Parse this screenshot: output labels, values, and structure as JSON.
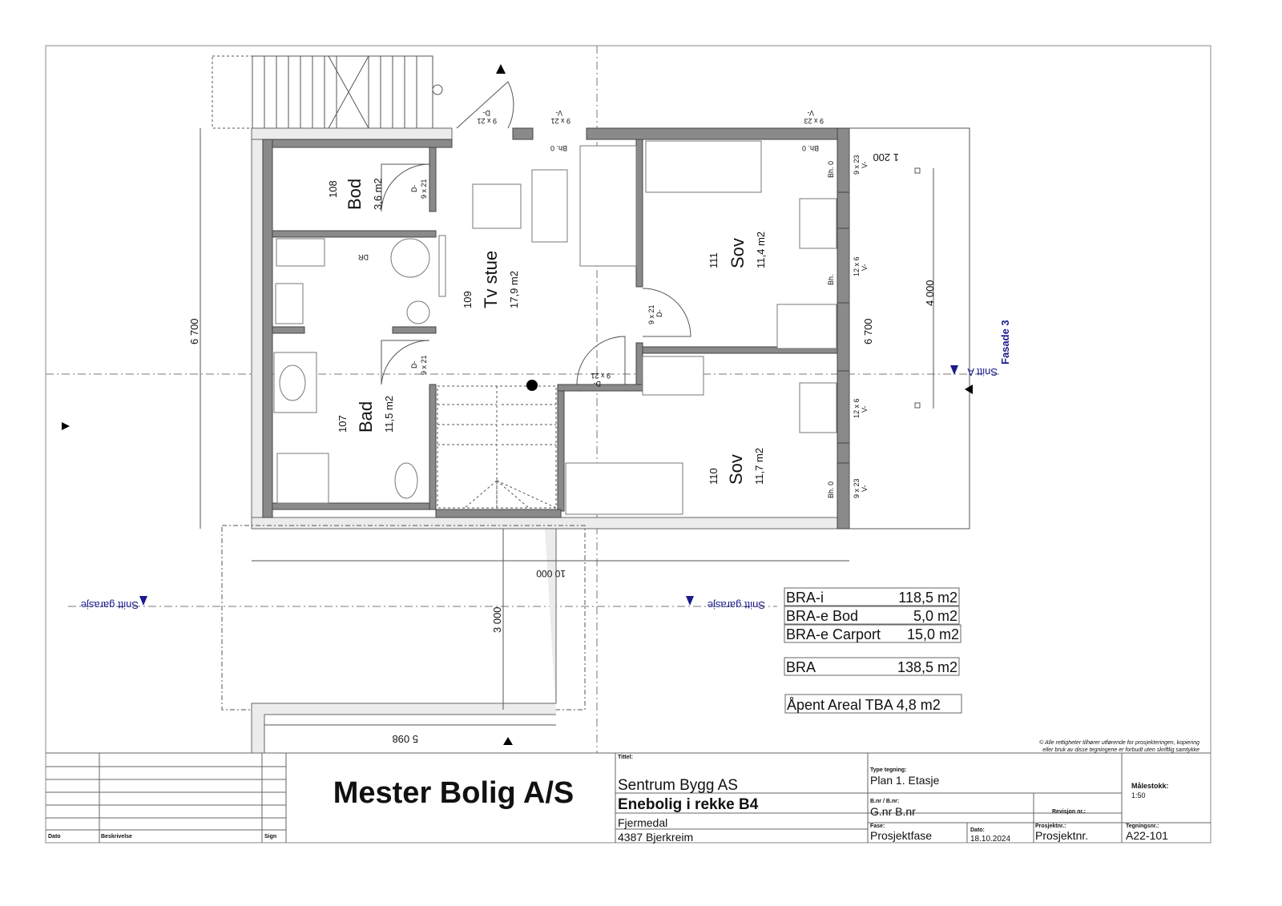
{
  "rooms": [
    {
      "number": "108",
      "name": "Bod",
      "area": "3,6 m2"
    },
    {
      "number": "109",
      "name": "Tv stue",
      "area": "17,9 m2"
    },
    {
      "number": "111",
      "name": "Sov",
      "area": "11,4 m2"
    },
    {
      "number": "107",
      "name": "Bad",
      "area": "11,5 m2"
    },
    {
      "number": "110",
      "name": "Sov",
      "area": "11,7 m2"
    }
  ],
  "tags": {
    "door_top": {
      "type": "D-",
      "size": "9 x 21"
    },
    "window_top1": {
      "type": "V-",
      "size": "9 x 21"
    },
    "window_top2": {
      "type": "V-",
      "size": "9 x 23"
    },
    "door_bod": {
      "type": "D-",
      "size": "9 x 21"
    },
    "door_bad": {
      "type": "D-",
      "size": "9 x 21"
    },
    "door_sov111": {
      "type": "D-",
      "size": "9 x 21"
    },
    "door_hall": {
      "type": "D-",
      "size": "9 x 21"
    },
    "win_r1": {
      "type": "V-",
      "size": "9 x 23"
    },
    "win_r2": {
      "type": "V-",
      "size": "12 x 6"
    },
    "win_r3": {
      "type": "V-",
      "size": "12 x 6"
    },
    "win_r4": {
      "type": "V-",
      "size": "9 x 23"
    },
    "dr": "DR",
    "bh": "Bh. 0",
    "bh_short": "Bh."
  },
  "dimensions": {
    "left_height": "6 700",
    "right_height": "6 700",
    "inner_height": "4 000",
    "offset": "1 200",
    "width": "10 000",
    "carport_depth": "3 000",
    "carport_width": "5 098"
  },
  "annotations": {
    "section_garage": "Snitt garasje",
    "section_a": "Snitt A",
    "facade": "Fasade 3"
  },
  "areas": [
    {
      "label": "BRA-i",
      "value": "118,5 m2"
    },
    {
      "label": "BRA-e Bod",
      "value": "5,0 m2"
    },
    {
      "label": "BRA-e Carport",
      "value": "15,0 m2"
    },
    {
      "label": "BRA",
      "value": "138,5 m2"
    },
    {
      "label": "Åpent Areal TBA 4,8 m2",
      "value": ""
    }
  ],
  "copyright": [
    "© Alle rettigheter tilhører utførende for prosjekteringen, kopiering",
    "eller bruk av disse tegningene er forbudt uten skriftlig samtykke"
  ],
  "title_block": {
    "revision_headers": {
      "date": "Dato",
      "description": "Beskrivelse",
      "sign": "Sign"
    },
    "company": "Mester Bolig A/S",
    "title_label": "Tittel:",
    "client": "Sentrum Bygg AS",
    "project": "Enebolig i rekke B4",
    "address1": "Fjermedal",
    "address2": "4387 Bjerkreim",
    "type_label": "Type tegning:",
    "type_value": "Plan 1. Etasje",
    "bnr_label": "B.nr / B.nr:",
    "bnr_value": "G.nr  B.nr",
    "revision_label": "Revisjon nr.:",
    "scale_label": "Målestokk:",
    "scale_value": "1:50",
    "phase_label": "Fase:",
    "phase_value": "Prosjektfase",
    "date_label": "Dato:",
    "date_value": "18.10.2024",
    "projectnr_label": "Prosjektnr.:",
    "projectnr_value": "Prosjektnr.",
    "drawingnr_label": "Tegningsnr.:",
    "drawingnr_value": "A22-101"
  },
  "colors": {
    "annotation_blue": "#1a1a8c",
    "wall_gray": "#8a8a8a"
  }
}
